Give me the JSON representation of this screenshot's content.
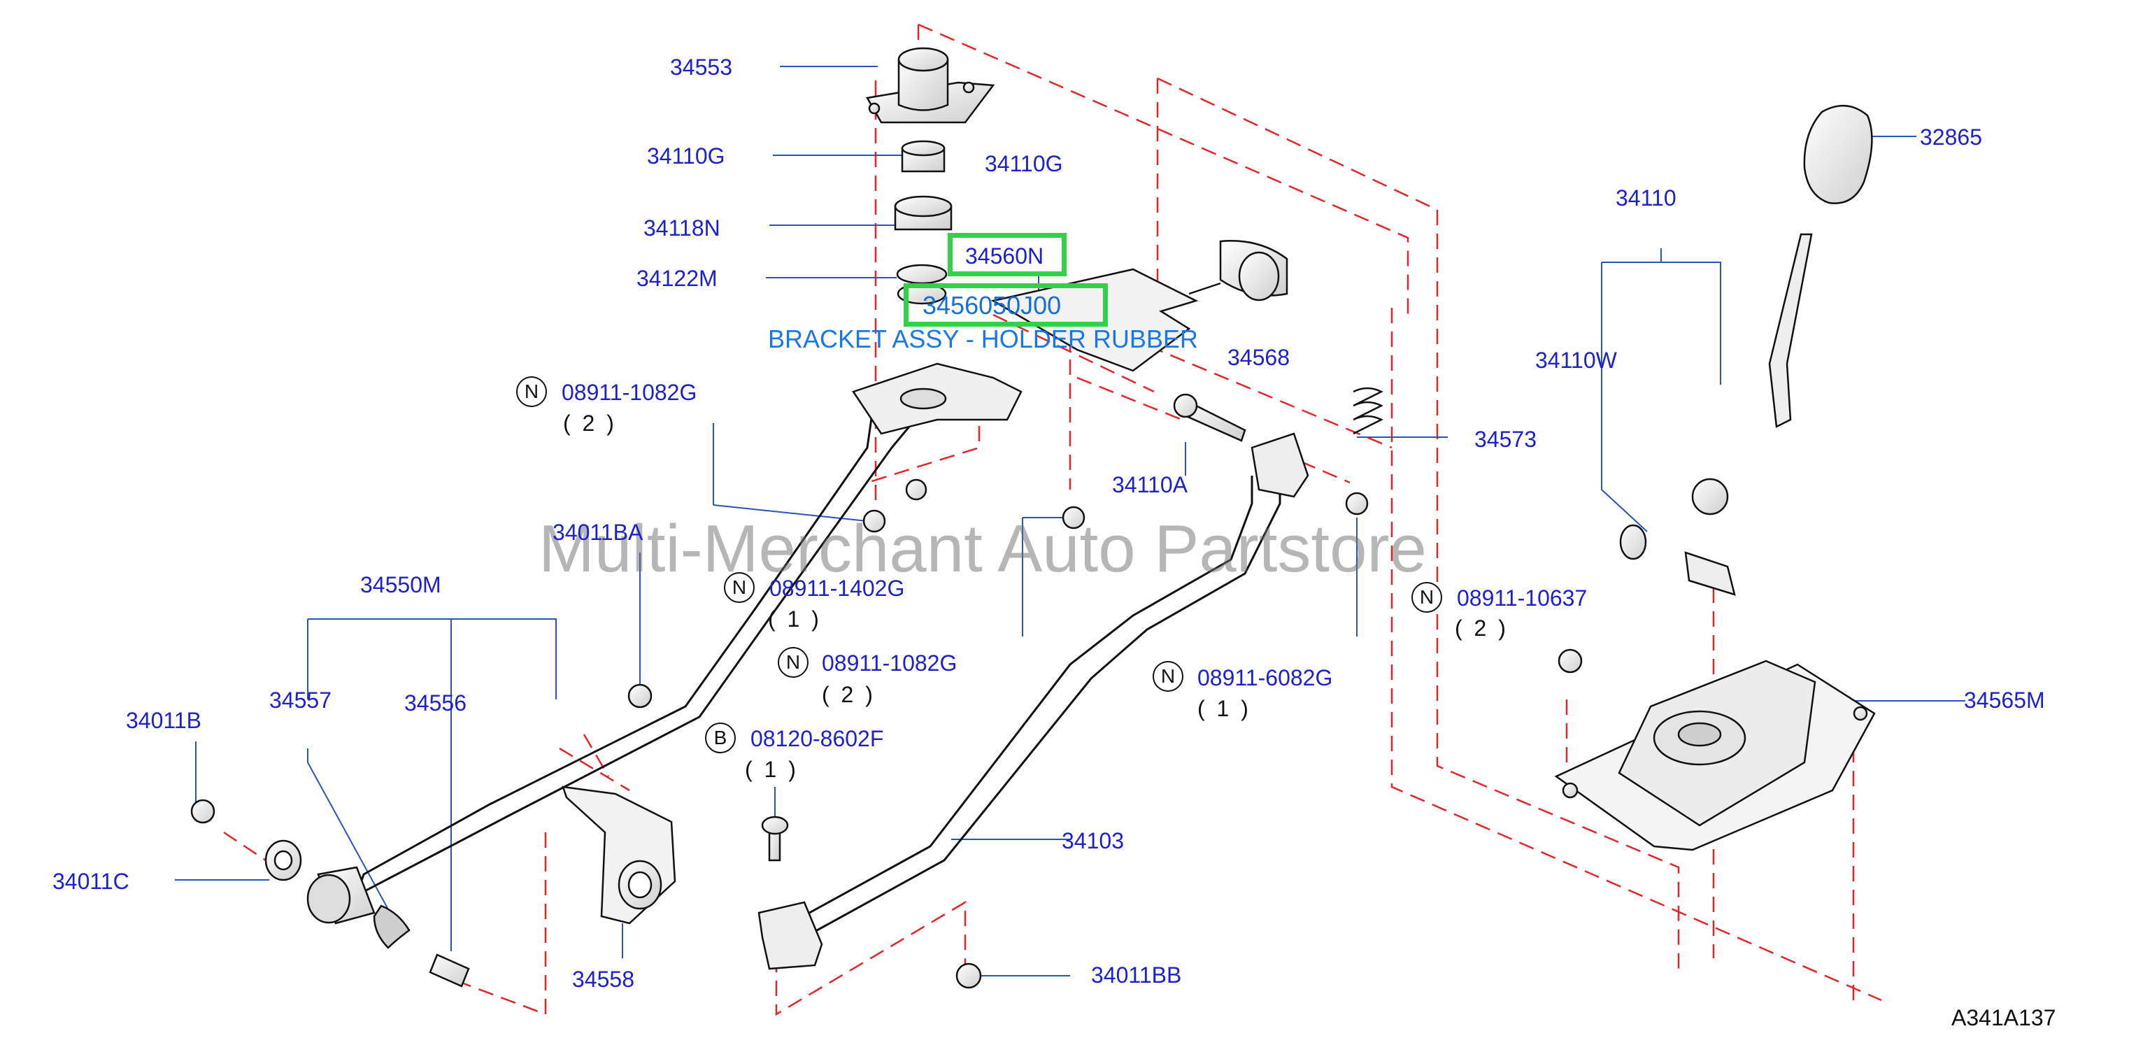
{
  "watermark": "Multi-Merchant Auto Partstore",
  "diagram_code": "A341A137",
  "parts": [
    {
      "id": "p34553",
      "label": "34553"
    },
    {
      "id": "p34110G_a",
      "label": "34110G"
    },
    {
      "id": "p34110G_b",
      "label": "34110G"
    },
    {
      "id": "p34118N",
      "label": "34118N"
    },
    {
      "id": "p34122M",
      "label": "34122M"
    },
    {
      "id": "p34568",
      "label": "34568"
    },
    {
      "id": "p34573",
      "label": "34573"
    },
    {
      "id": "p34110A",
      "label": "34110A"
    },
    {
      "id": "p34011BA",
      "label": "34011BA"
    },
    {
      "id": "p34550M",
      "label": "34550M"
    },
    {
      "id": "p34557",
      "label": "34557"
    },
    {
      "id": "p34556",
      "label": "34556"
    },
    {
      "id": "p34011B",
      "label": "34011B"
    },
    {
      "id": "p34011C",
      "label": "34011C"
    },
    {
      "id": "p34558",
      "label": "34558"
    },
    {
      "id": "p34103",
      "label": "34103"
    },
    {
      "id": "p34011BB",
      "label": "34011BB"
    },
    {
      "id": "p32865",
      "label": "32865"
    },
    {
      "id": "p34110",
      "label": "34110"
    },
    {
      "id": "p34110W",
      "label": "34110W"
    },
    {
      "id": "p34565M",
      "label": "34565M"
    }
  ],
  "fasteners": [
    {
      "id": "f1",
      "badge": "N",
      "label": "08911-1082G",
      "qty": "( 2 )"
    },
    {
      "id": "f2",
      "badge": "N",
      "label": "08911-1402G",
      "qty": "( 1 )"
    },
    {
      "id": "f3",
      "badge": "N",
      "label": "08911-1082G",
      "qty": "( 2 )"
    },
    {
      "id": "f4",
      "badge": "B",
      "label": "08120-8602F",
      "qty": "( 1 )"
    },
    {
      "id": "f5",
      "badge": "N",
      "label": "08911-6082G",
      "qty": "( 1 )"
    },
    {
      "id": "f6",
      "badge": "N",
      "label": "08911-10637",
      "qty": "( 2 )"
    }
  ],
  "highlight": {
    "part_label": "34560N",
    "part_number": "3456050J00",
    "description": "BRACKET ASSY - HOLDER RUBBER"
  },
  "colors": {
    "label": "#1c22c8",
    "highlight_box": "#33d14a",
    "highlight_text": "#1570d8",
    "dashed_line": "#e0262b",
    "leader": "#2a54b8"
  }
}
